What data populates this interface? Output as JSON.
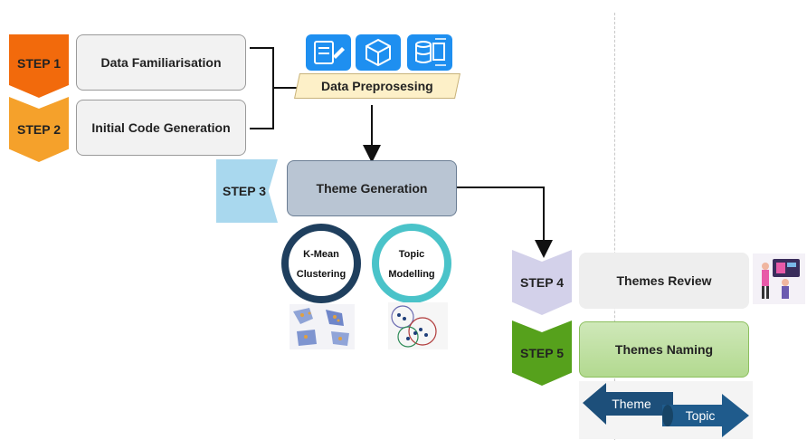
{
  "steps": [
    {
      "label": "STEP 1",
      "color": "#f26a0c"
    },
    {
      "label": "STEP 2",
      "color": "#f5a12b"
    },
    {
      "label": "STEP 3",
      "color": "#a9d8ee"
    },
    {
      "label": "STEP 4",
      "color": "#d3d1ea"
    },
    {
      "label": "STEP 5",
      "color": "#56a11c"
    }
  ],
  "boxes": {
    "data_familiarisation": "Data Familiarisation",
    "initial_code_generation": "Initial Code Generation",
    "data_preprocessing": "Data Preprosesing",
    "theme_generation": "Theme Generation",
    "themes_review": "Themes Review",
    "themes_naming": "Themes Naming"
  },
  "methods": {
    "kmean": {
      "line1": "K-Mean",
      "line2": "Clustering",
      "color": "#1f3f5e"
    },
    "topic": {
      "line1": "Topic",
      "line2": "Modelling",
      "color": "#4ac3c9"
    }
  },
  "arrows": {
    "theme": "Theme",
    "topic": "Topic",
    "color": "#1d4f7a"
  },
  "icons": [
    "clipboard-icon",
    "cube-icon",
    "database-transfer-icon"
  ]
}
